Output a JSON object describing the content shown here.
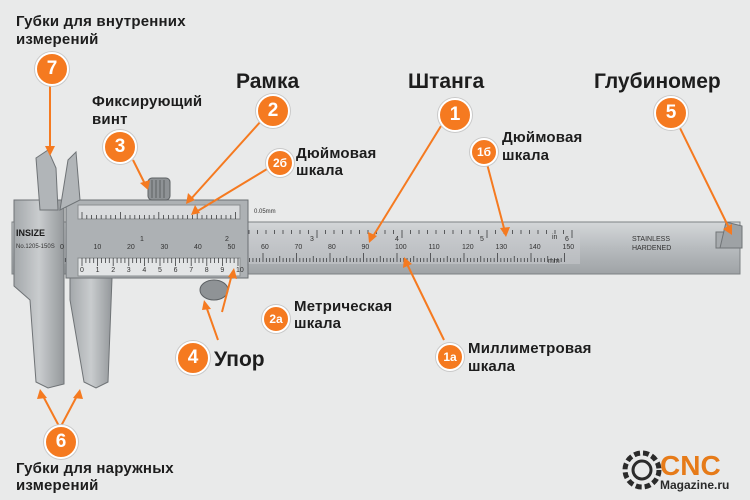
{
  "labels": {
    "jaws_inner": "Губки для внутренних измерений",
    "jaws_inner_l1": "Губки для внутренних",
    "jaws_inner_l2": "измерений",
    "lock_screw_l1": "Фиксирующий",
    "lock_screw_l2": "винт",
    "frame": "Рамка",
    "inch_scale_2b_l1": "Дюймовая",
    "inch_scale_2b_l2": "шкала",
    "beam": "Штанга",
    "inch_scale_1b_l1": "Дюймовая",
    "inch_scale_1b_l2": "шкала",
    "depth_gauge": "Глубиномер",
    "metric_scale_l1": "Метрическая",
    "metric_scale_l2": "шкала",
    "stop": "Упор",
    "mm_scale_l1": "Миллиметровая",
    "mm_scale_l2": "шкала",
    "jaws_outer_l1": "Губки для наружных",
    "jaws_outer_l2": "измерений"
  },
  "badges": {
    "b7": "7",
    "b3": "3",
    "b2": "2",
    "b2b": "2б",
    "b1": "1",
    "b1b": "1б",
    "b5": "5",
    "b2a": "2а",
    "b4": "4",
    "b1a": "1а",
    "b6": "6"
  },
  "tool_markings": {
    "brand": "INSIZE",
    "model": "No.1205-150S",
    "stainless_l1": "STAINLESS",
    "stainless_l2": "HARDENED",
    "unit_in": "in",
    "unit_mm": "mm",
    "vernier_res": "0.05mm",
    "main_scale_numbers": [
      "0",
      "10",
      "20",
      "30",
      "40",
      "50",
      "60",
      "70",
      "80",
      "90",
      "100",
      "110",
      "120",
      "130",
      "140",
      "150"
    ],
    "inch_numbers": [
      "1",
      "2",
      "3",
      "4",
      "5",
      "6"
    ],
    "vernier_numbers": [
      "0",
      "1",
      "2",
      "3",
      "4",
      "5",
      "6",
      "7",
      "8",
      "9",
      "10"
    ]
  },
  "logo": {
    "brand": "CNC",
    "sub": "Magazine.ru"
  },
  "colors": {
    "accent": "#f57a20",
    "steel": "#b9bcbe",
    "steel_dark": "#7f8385",
    "text": "#1d1d1d"
  }
}
